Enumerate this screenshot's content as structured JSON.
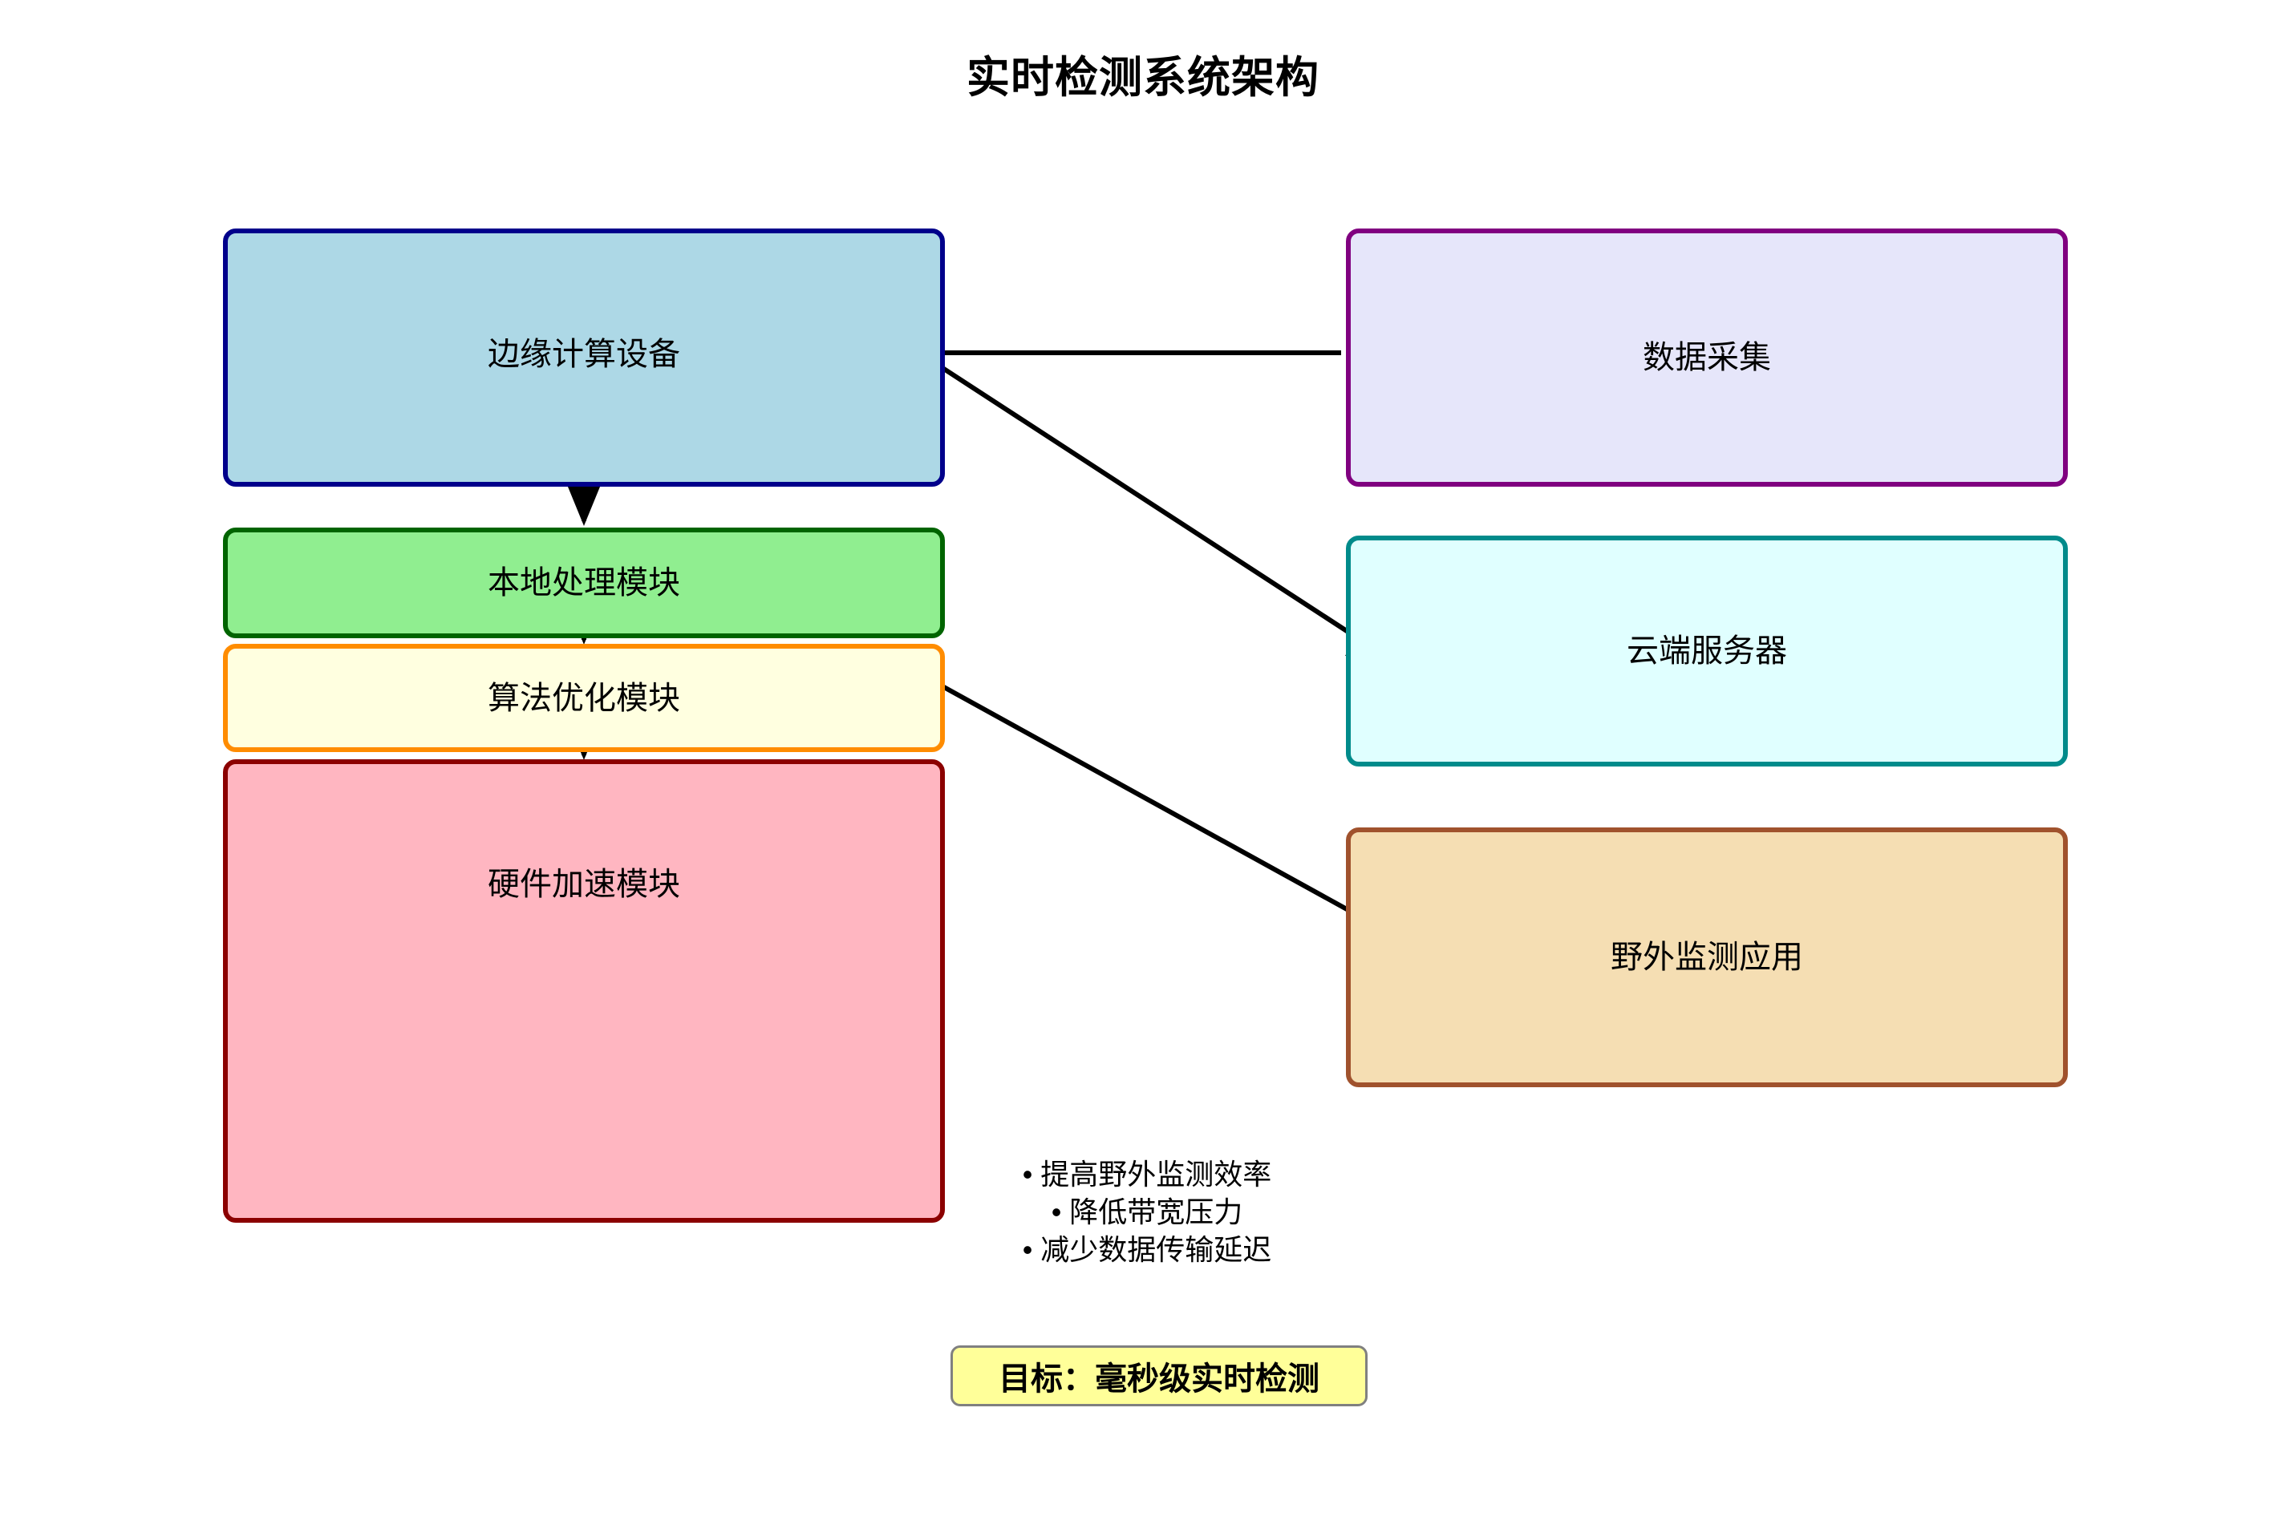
{
  "title": "实时检测系统架构",
  "nodes": {
    "edge_device": {
      "label": "边缘计算设备",
      "fill": "#ADD8E6",
      "border": "#00008B"
    },
    "local_process": {
      "label": "本地处理模块",
      "fill": "#90EE90",
      "border": "#006400"
    },
    "algo_opt": {
      "label": "算法优化模块",
      "fill": "#FFFFE0",
      "border": "#FF8C00"
    },
    "hardware_accel": {
      "label": "硬件加速模块",
      "fill": "#FFB6C1",
      "border": "#8B0000"
    },
    "data_acquire": {
      "label": "数据采集",
      "fill": "#E6E6FA",
      "border": "#800080"
    },
    "cloud_server": {
      "label": "云端服务器",
      "fill": "#E0FFFF",
      "border": "#008B8B"
    },
    "field_monitor": {
      "label": "野外监测应用",
      "fill": "#F5DEB3",
      "border": "#A0522D"
    }
  },
  "benefits": [
    "• 提高野外监测效率",
    "• 降低带宽压力",
    "• 减少数据传输延迟"
  ],
  "goal": "目标：毫秒级实时检测",
  "arrow_color": "#000000"
}
